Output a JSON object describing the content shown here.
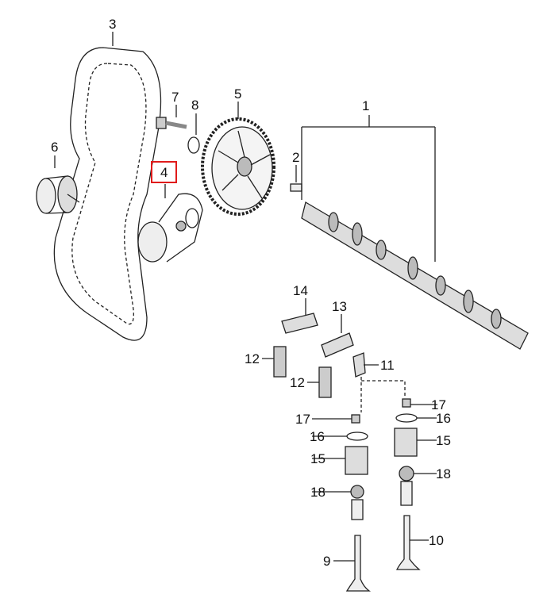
{
  "diagram": {
    "highlight_color": "#e01b1b",
    "highlighted_part": "4",
    "callouts": [
      {
        "id": "c1",
        "text": "1",
        "part": "camshaft"
      },
      {
        "id": "c2",
        "text": "2",
        "part": "dowel-pin"
      },
      {
        "id": "c3",
        "text": "3",
        "part": "timing-belt"
      },
      {
        "id": "c4",
        "text": "4",
        "part": "belt-tensioner"
      },
      {
        "id": "c5",
        "text": "5",
        "part": "camshaft-sprocket"
      },
      {
        "id": "c6",
        "text": "6",
        "part": "idler-pulley"
      },
      {
        "id": "c7",
        "text": "7",
        "part": "bolt"
      },
      {
        "id": "c8",
        "text": "8",
        "part": "washer"
      },
      {
        "id": "c9",
        "text": "9",
        "part": "intake-valve"
      },
      {
        "id": "c10",
        "text": "10",
        "part": "exhaust-valve"
      },
      {
        "id": "c11",
        "text": "11",
        "part": "rocker-arm"
      },
      {
        "id": "c12a",
        "text": "12",
        "part": "lash-adjuster"
      },
      {
        "id": "c12b",
        "text": "12",
        "part": "lash-adjuster"
      },
      {
        "id": "c13",
        "text": "13",
        "part": "rocker-arm"
      },
      {
        "id": "c14",
        "text": "14",
        "part": "rocker-arm"
      },
      {
        "id": "c15a",
        "text": "15",
        "part": "valve-spring"
      },
      {
        "id": "c15b",
        "text": "15",
        "part": "valve-spring"
      },
      {
        "id": "c16a",
        "text": "16",
        "part": "spring-retainer"
      },
      {
        "id": "c16b",
        "text": "16",
        "part": "spring-retainer"
      },
      {
        "id": "c17a",
        "text": "17",
        "part": "valve-cotter"
      },
      {
        "id": "c17b",
        "text": "17",
        "part": "valve-cotter"
      },
      {
        "id": "c18a",
        "text": "18",
        "part": "valve-stem-seal"
      },
      {
        "id": "c18b",
        "text": "18",
        "part": "valve-stem-seal"
      }
    ]
  }
}
